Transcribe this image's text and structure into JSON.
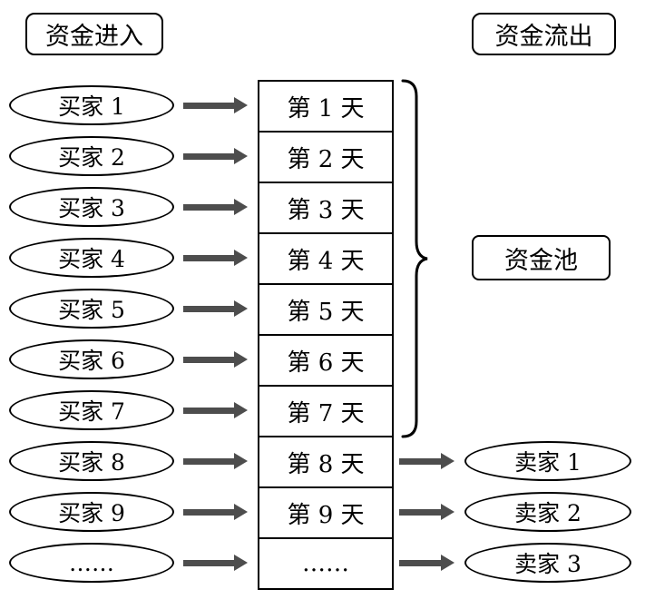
{
  "titles": {
    "inflow": "资金进入",
    "outflow": "资金流出",
    "pool": "资金池"
  },
  "rows": [
    {
      "buyer": "买家 1",
      "day": "第 1 天"
    },
    {
      "buyer": "买家 2",
      "day": "第 2 天"
    },
    {
      "buyer": "买家 3",
      "day": "第 3 天"
    },
    {
      "buyer": "买家 4",
      "day": "第 4 天"
    },
    {
      "buyer": "买家 5",
      "day": "第 5 天"
    },
    {
      "buyer": "买家 6",
      "day": "第 6 天"
    },
    {
      "buyer": "买家 7",
      "day": "第 7 天"
    },
    {
      "buyer": "买家 8",
      "day": "第 8 天",
      "seller": "卖家 1"
    },
    {
      "buyer": "买家 9",
      "day": "第 9 天",
      "seller": "卖家 2"
    },
    {
      "buyer": "……",
      "day": "……",
      "seller": "卖家 3"
    }
  ],
  "colors": {
    "arrow": "#4d4d4d",
    "stroke": "#000000"
  }
}
